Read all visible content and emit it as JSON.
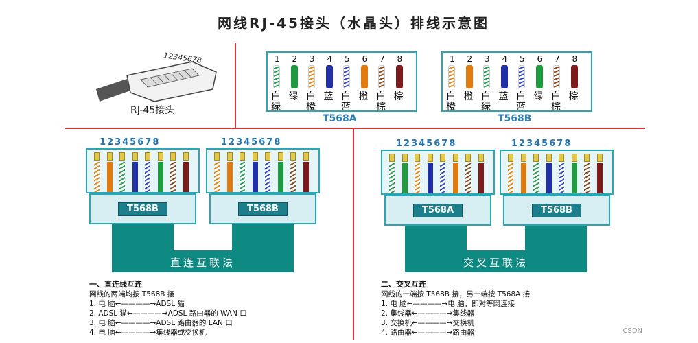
{
  "title": "网线RJ-45接头（水晶头）排线示意图",
  "plug": {
    "pin_numbers": "12345678",
    "label": "RJ-45接头"
  },
  "standards": [
    {
      "name": "T568A",
      "numbers": [
        "1",
        "2",
        "3",
        "4",
        "5",
        "6",
        "7",
        "8"
      ],
      "top": [
        "白",
        "绿",
        "白",
        "蓝",
        "白",
        "橙",
        "白",
        "棕"
      ],
      "bottom": [
        "绿",
        "",
        "橙",
        "",
        "蓝",
        "",
        "棕",
        ""
      ],
      "colors": [
        "#2c9e55",
        "#1f9a3f",
        "#e08a1a",
        "#2230a8",
        "#3a4cc2",
        "#e07b12",
        "#8a4a22",
        "#7b1b1b"
      ],
      "striped": [
        true,
        false,
        true,
        false,
        true,
        false,
        true,
        false
      ]
    },
    {
      "name": "T568B",
      "numbers": [
        "1",
        "2",
        "3",
        "4",
        "5",
        "6",
        "7",
        "8"
      ],
      "top": [
        "白",
        "橙",
        "白",
        "蓝",
        "白",
        "绿",
        "白",
        "棕"
      ],
      "bottom": [
        "橙",
        "",
        "绿",
        "",
        "蓝",
        "",
        "棕",
        ""
      ],
      "colors": [
        "#e08a1a",
        "#e07b12",
        "#2c9e55",
        "#2230a8",
        "#3a4cc2",
        "#1f9a3f",
        "#8a4a22",
        "#7b1b1b"
      ],
      "striped": [
        true,
        false,
        true,
        false,
        true,
        false,
        true,
        false
      ]
    }
  ],
  "connectors": {
    "pin_numbers": "12345678",
    "straight": {
      "tags": [
        "T568B",
        "T568B"
      ],
      "cable_label": "直连互联法"
    },
    "cross": {
      "tags": [
        "T568A",
        "T568B"
      ],
      "cable_label": "交叉互联法"
    }
  },
  "notes_left": {
    "heading": "一、直连线互连",
    "sub": "网线的两端均按 T568B 接",
    "lines": [
      "1.  电  脑←————→ADSL 猫",
      "2.  ADSL 猫←————→ADSL 路由器的 WAN 口",
      "3.  电  脑←————→ADSL 路由器的 LAN 口",
      "4.  电  脑←————→集线器或交换机"
    ]
  },
  "notes_right": {
    "heading": "二、交叉互连",
    "sub": "网线的一端按 T568B 接，另一端按 T568A 接",
    "lines": [
      "1.  电  脑←————→电  脑，即对等网连接",
      "2.  集线器←————→集线器",
      "3.  交换机←————→交换机",
      "4.  路由器←————→路由器"
    ]
  },
  "watermark": "CSDN"
}
